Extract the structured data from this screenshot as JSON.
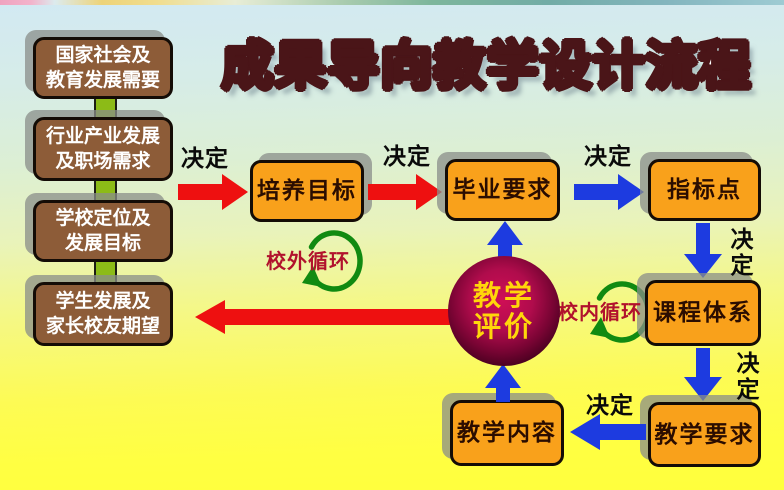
{
  "title": "成果导向教学设计流程",
  "sources": [
    {
      "line1": "国家社会及",
      "line2": "教育发展需要"
    },
    {
      "line1": "行业产业发展",
      "line2": "及职场需求"
    },
    {
      "line1": "学校定位及",
      "line2": "发展目标"
    },
    {
      "line1": "学生发展及",
      "line2": "家长校友期望"
    }
  ],
  "flow": {
    "training_objectives": "培养目标",
    "graduation_requirements": "毕业要求",
    "indicator_points": "指标点",
    "curriculum_system": "课程体系",
    "teaching_requirements": "教学要求",
    "teaching_content": "教学内容"
  },
  "evaluation": {
    "line1": "教学",
    "line2": "评价"
  },
  "labels": {
    "decide": "决定",
    "external_loop": "校外循环",
    "internal_loop": "校内循环"
  },
  "colors": {
    "box_orange": "#f9a11b",
    "box_brown": "#8d5c38",
    "connector_green": "#8cbb17",
    "arrow_red": "#ee1010",
    "arrow_blue": "#1d3be0",
    "loop_green": "#118a11",
    "loop_label_red": "#b1122d",
    "sphere_center": "#cf0e56",
    "sphere_edge": "#1c000c",
    "sphere_text": "#ffd60a",
    "title_fill": "#ffffff",
    "title_outline": "#4a1518"
  }
}
